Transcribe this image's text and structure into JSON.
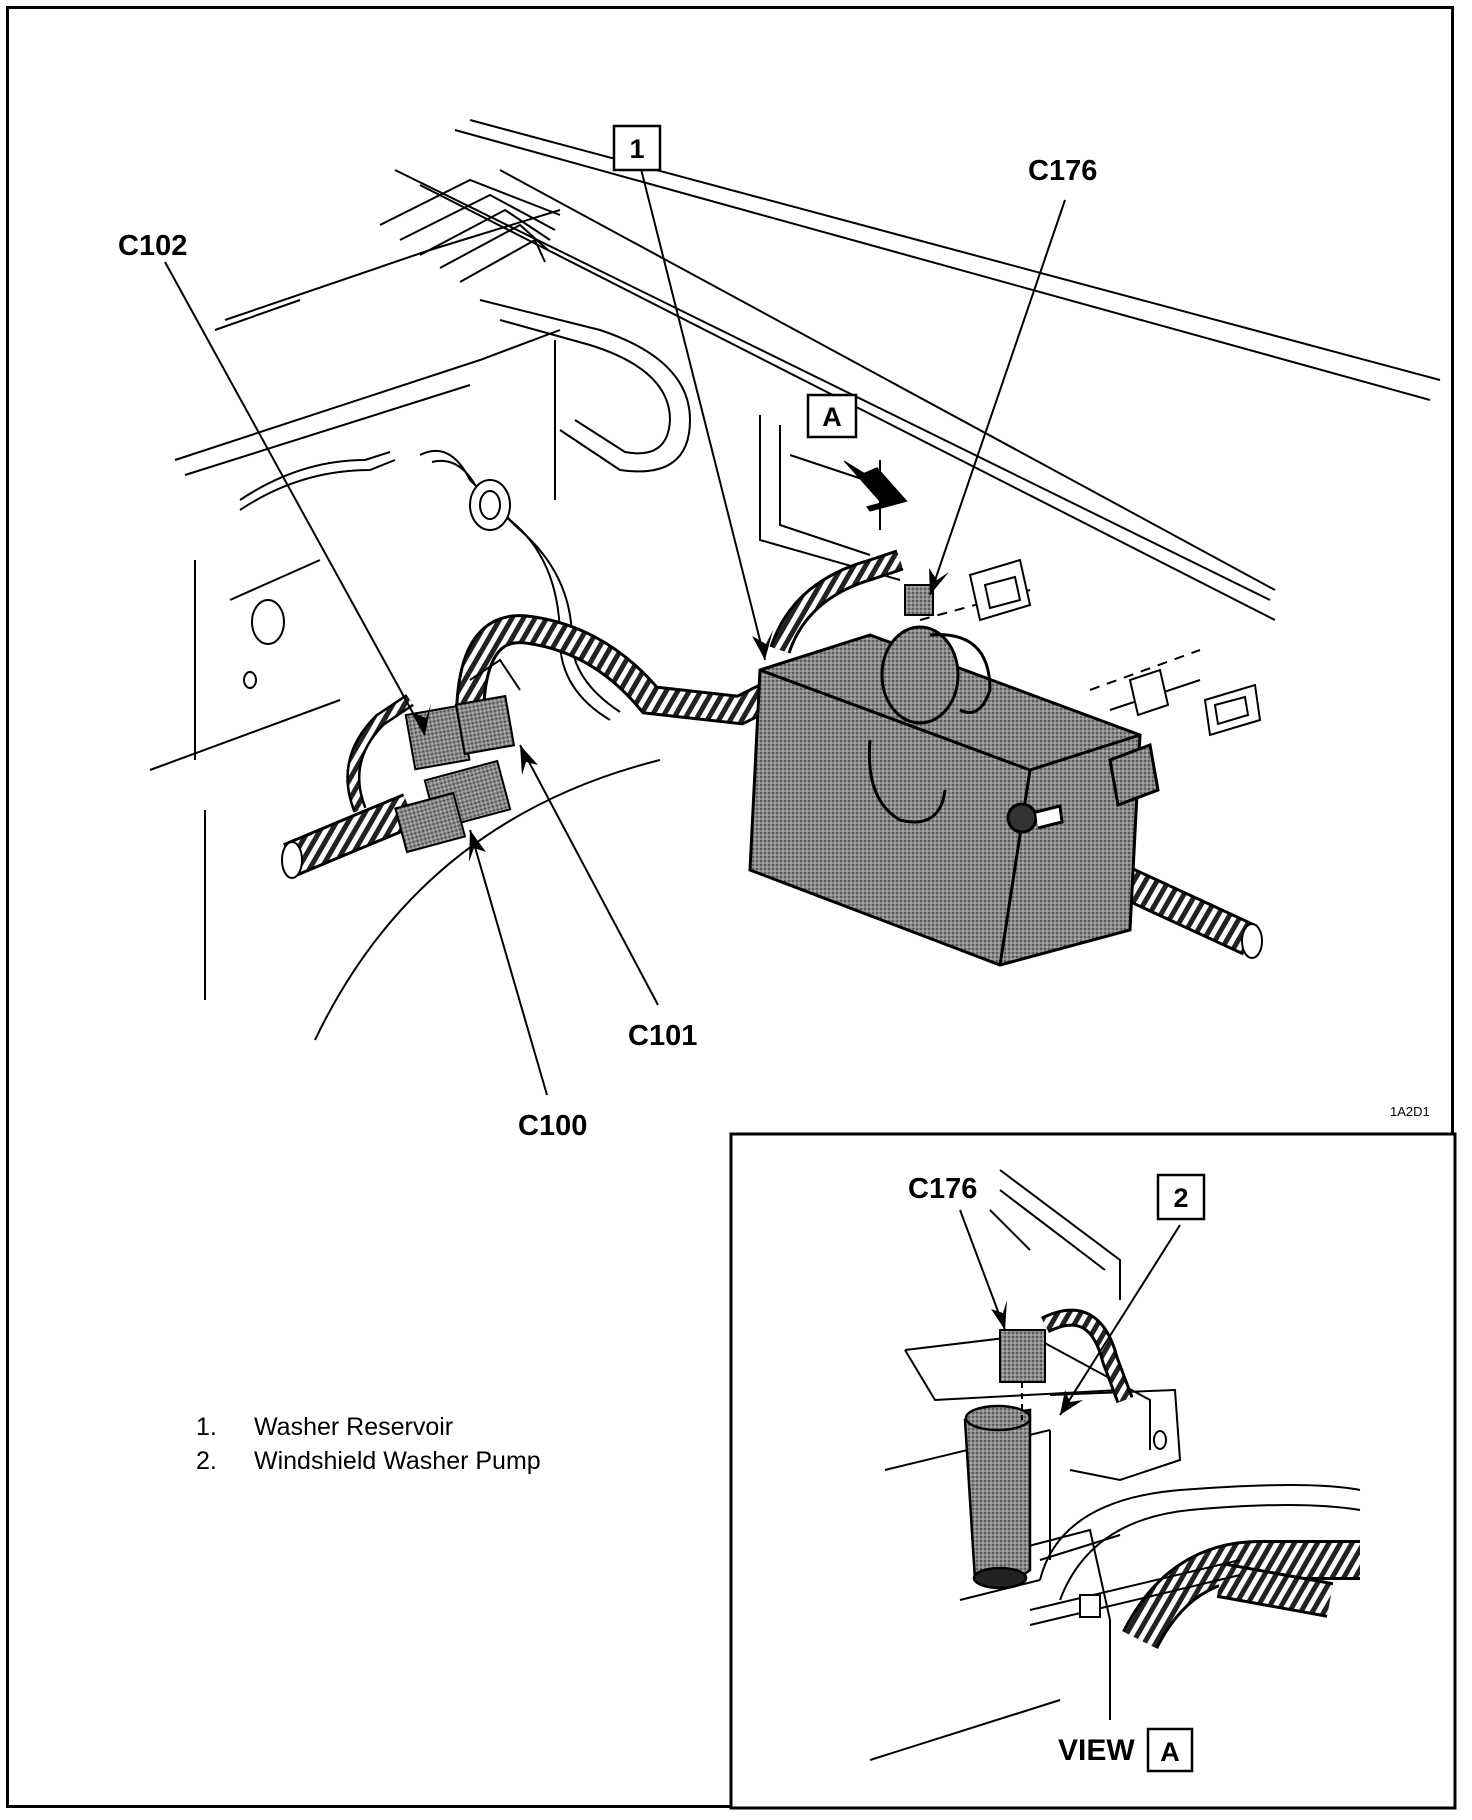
{
  "callouts": {
    "c102": "C102",
    "c176_main": "C176",
    "c101": "C101",
    "c100": "C100",
    "c176_view": "C176"
  },
  "reference_boxes": {
    "item1": "1",
    "item2": "2",
    "view_a_marker": "A",
    "view_a_box": "A"
  },
  "view_label": "VIEW",
  "figure_id": "1A2D1",
  "legend": [
    {
      "num": "1.",
      "text": "Washer Reservoir"
    },
    {
      "num": "2.",
      "text": "Windshield Washer Pump"
    }
  ]
}
